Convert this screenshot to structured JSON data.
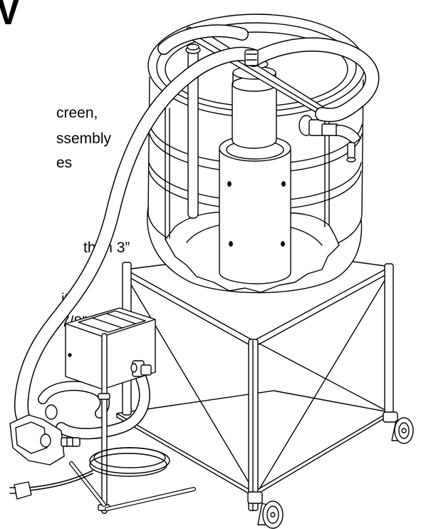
{
  "heading": "V",
  "text_fragments": [
    "creen,",
    "ssembly",
    "es",
    "than 3”",
    "ith",
    "7/8”"
  ]
}
